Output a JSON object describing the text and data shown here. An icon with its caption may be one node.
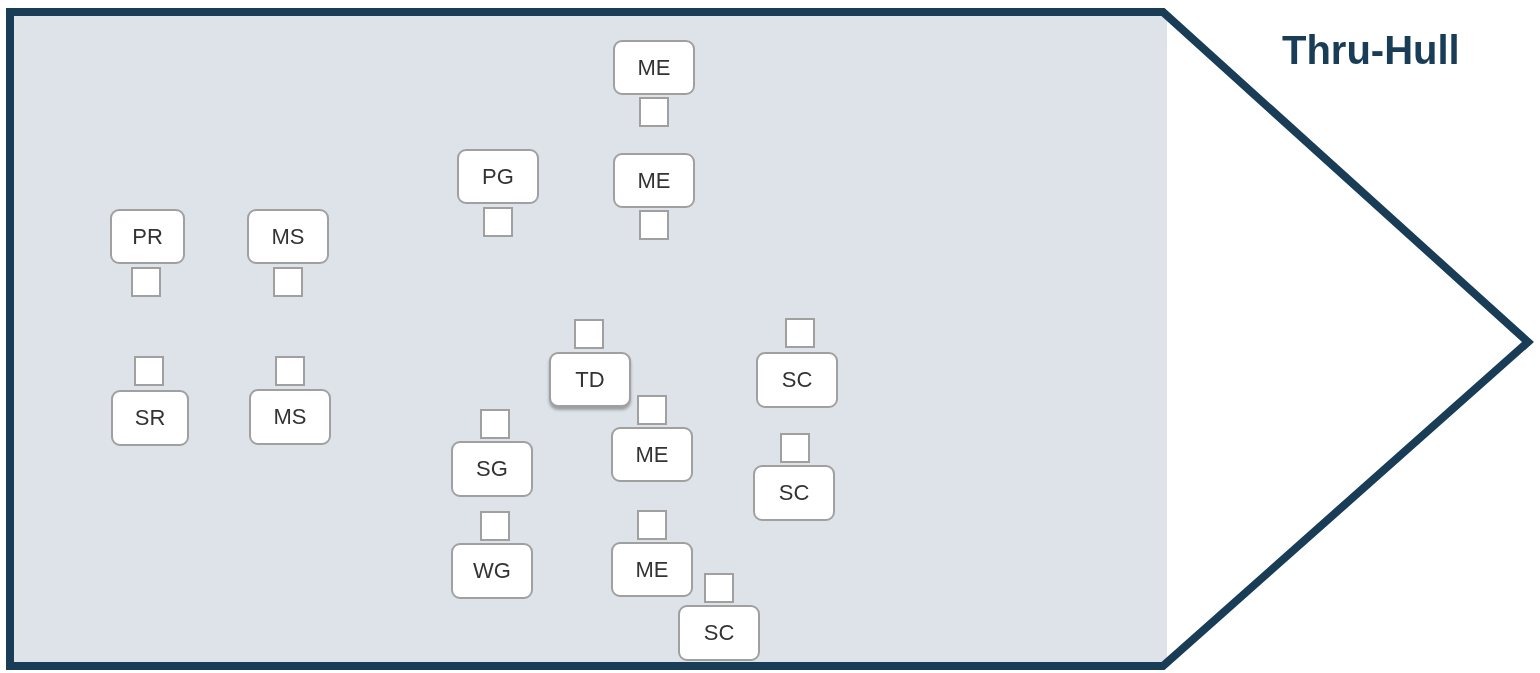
{
  "diagram": {
    "nodes": [
      {
        "text": [
          "Thru-Hull"
        ]
      },
      {
        "text": [
          "ME"
        ],
        "in": 0
      },
      {
        "text": [],
        "shape": "box",
        "in": 0
      },
      {
        "text": [
          "PG"
        ],
        "in": 0
      },
      {
        "text": [],
        "shape": "box",
        "in": 0
      },
      {
        "text": [
          "ME"
        ],
        "in": 0
      },
      {
        "text": [],
        "shape": "box",
        "in": 0
      },
      {
        "text": [
          "PR"
        ],
        "in": 0
      },
      {
        "text": [],
        "shape": "box",
        "in": 0
      },
      {
        "text": [
          "MS"
        ],
        "in": 0
      },
      {
        "text": [],
        "shape": "box",
        "in": 0
      },
      {
        "text": [],
        "shape": "box",
        "in": 0
      },
      {
        "text": [
          "TD"
        ],
        "in": 0
      },
      {
        "text": [],
        "shape": "box",
        "in": 0
      },
      {
        "text": [
          "SC"
        ],
        "in": 0
      },
      {
        "text": [],
        "shape": "box",
        "in": 0
      },
      {
        "text": [
          "SR"
        ],
        "in": 0
      },
      {
        "text": [],
        "shape": "box",
        "in": 0
      },
      {
        "text": [
          "MS"
        ],
        "in": 0
      },
      {
        "text": [],
        "shape": "box",
        "in": 0
      },
      {
        "text": [
          "ME"
        ],
        "in": 0
      },
      {
        "text": [],
        "shape": "box",
        "in": 0
      },
      {
        "text": [
          "SG"
        ],
        "in": 0
      },
      {
        "text": [],
        "shape": "box",
        "in": 0
      },
      {
        "text": [
          "SC"
        ],
        "in": 0
      },
      {
        "text": [],
        "shape": "box",
        "in": 0
      },
      {
        "text": [
          "WG"
        ],
        "in": 0
      },
      {
        "text": [],
        "shape": "box",
        "in": 0
      },
      {
        "text": [
          "ME"
        ],
        "in": 0
      },
      {
        "text": [],
        "shape": "box",
        "in": 0
      },
      {
        "text": [
          "SC"
        ],
        "in": 0
      }
    ],
    "edges": []
  }
}
